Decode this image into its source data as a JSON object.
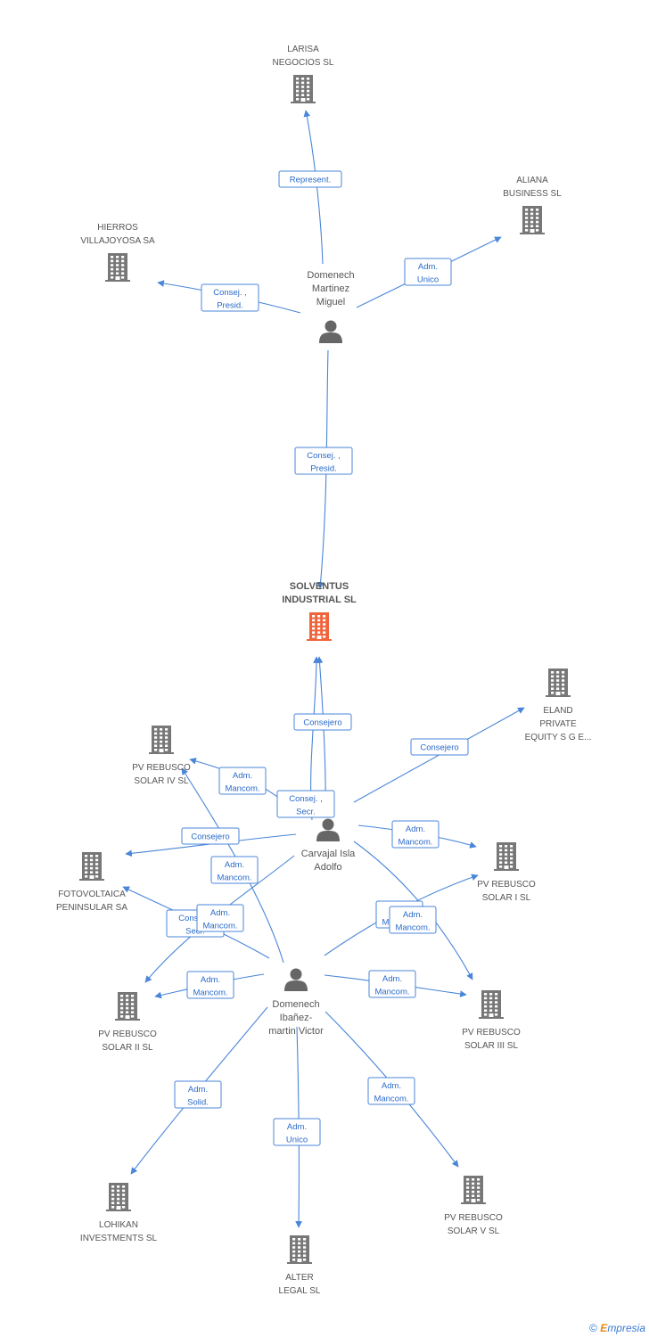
{
  "nodes": [
    {
      "id": "larisa",
      "type": "company",
      "lines": [
        "LARISA",
        "NEGOCIOS SL"
      ]
    },
    {
      "id": "aliana",
      "type": "company",
      "lines": [
        "ALIANA",
        "BUSINESS SL"
      ]
    },
    {
      "id": "hierros",
      "type": "company",
      "lines": [
        "HIERROS",
        "VILLAJOYOSA SA"
      ]
    },
    {
      "id": "domenech_m",
      "type": "person",
      "lines": [
        "Domenech",
        "Martinez",
        "Miguel"
      ]
    },
    {
      "id": "solventus",
      "type": "company",
      "main": true,
      "lines": [
        "SOLVENTUS",
        "INDUSTRIAL SL"
      ]
    },
    {
      "id": "eland",
      "type": "company",
      "lines": [
        "ELAND",
        "PRIVATE",
        "EQUITY S G E..."
      ]
    },
    {
      "id": "pv4",
      "type": "company",
      "lines": [
        "PV REBUSCO",
        "SOLAR IV SL"
      ]
    },
    {
      "id": "carvajal",
      "type": "person",
      "lines": [
        "Carvajal Isla",
        "Adolfo"
      ]
    },
    {
      "id": "fotovoltaica",
      "type": "company",
      "lines": [
        "FOTOVOLTAICA",
        "PENINSULAR SA"
      ]
    },
    {
      "id": "pv1",
      "type": "company",
      "lines": [
        "PV REBUSCO",
        "SOLAR I SL"
      ]
    },
    {
      "id": "domenech_v",
      "type": "person",
      "lines": [
        "Domenech",
        "Ibañez-",
        "martin Victor"
      ]
    },
    {
      "id": "pv2",
      "type": "company",
      "lines": [
        "PV REBUSCO",
        "SOLAR II SL"
      ]
    },
    {
      "id": "pv3",
      "type": "company",
      "lines": [
        "PV REBUSCO",
        "SOLAR III SL"
      ]
    },
    {
      "id": "lohikan",
      "type": "company",
      "lines": [
        "LOHIKAN",
        "INVESTMENTS SL"
      ]
    },
    {
      "id": "pv5",
      "type": "company",
      "lines": [
        "PV REBUSCO",
        "SOLAR V SL"
      ]
    },
    {
      "id": "alter",
      "type": "company",
      "lines": [
        "ALTER",
        "LEGAL SL"
      ]
    }
  ],
  "edges": [
    {
      "id": "e1",
      "lines": [
        "Represent."
      ]
    },
    {
      "id": "e2",
      "lines": [
        "Adm.",
        "Unico"
      ]
    },
    {
      "id": "e3",
      "lines": [
        "Consej. ,",
        "Presid."
      ]
    },
    {
      "id": "e4",
      "lines": [
        "Consej. ,",
        "Presid."
      ]
    },
    {
      "id": "e5",
      "lines": [
        "Consejero"
      ]
    },
    {
      "id": "e6",
      "lines": [
        "Consejero"
      ]
    },
    {
      "id": "e7",
      "lines": [
        "Adm.",
        "Mancom."
      ]
    },
    {
      "id": "e8",
      "lines": [
        "Consej. ,",
        "Secr."
      ]
    },
    {
      "id": "e9",
      "lines": [
        "Consejero"
      ]
    },
    {
      "id": "e10",
      "lines": [
        "Adm.",
        "Mancom."
      ]
    },
    {
      "id": "e11",
      "lines": [
        "Adm.",
        "Mancom."
      ]
    },
    {
      "id": "e12",
      "lines": [
        "Consej. ,",
        "Secr."
      ]
    },
    {
      "id": "e13",
      "lines": [
        "Adm.",
        "Mancom."
      ]
    },
    {
      "id": "e14",
      "lines": [
        "Adm.",
        "Mancom."
      ]
    },
    {
      "id": "e15",
      "lines": [
        "Adm.",
        "Mancom."
      ]
    },
    {
      "id": "e16",
      "lines": [
        "Adm.",
        "Mancom."
      ]
    },
    {
      "id": "e17",
      "lines": [
        "Adm.",
        "Mancom."
      ]
    },
    {
      "id": "e18",
      "lines": [
        "Adm.",
        "Solid."
      ]
    },
    {
      "id": "e19",
      "lines": [
        "Adm.",
        "Unico"
      ]
    },
    {
      "id": "e20",
      "lines": [
        "Adm.",
        "Mancom."
      ]
    }
  ],
  "footer": {
    "copyright": "©",
    "brand_first": "E",
    "brand_rest": "mpresia"
  },
  "colors": {
    "company": "#777777",
    "main_company": "#f0643c",
    "person": "#666666",
    "edge": "#4a86d8",
    "edge_text": "#2a6ac9"
  }
}
